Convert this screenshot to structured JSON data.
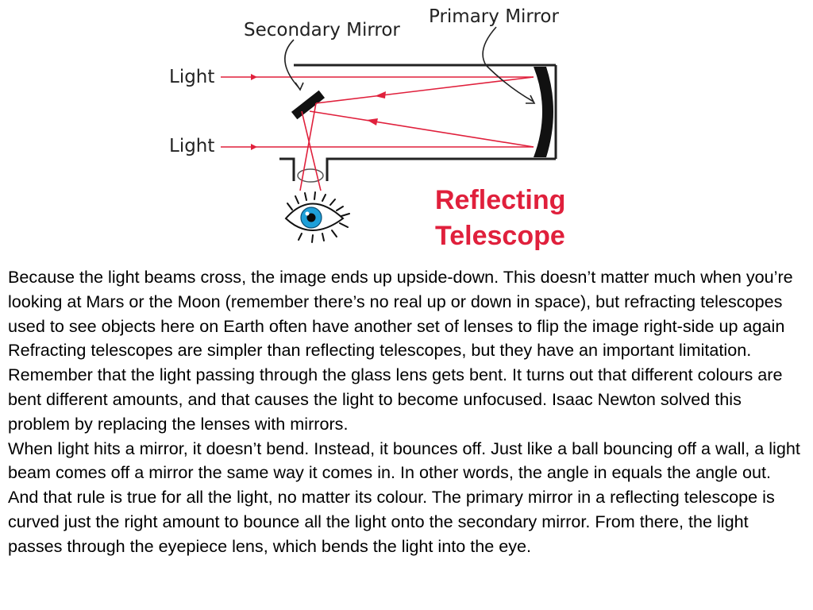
{
  "diagram": {
    "labels": {
      "secondary_mirror": "Secondary Mirror",
      "primary_mirror": "Primary Mirror",
      "light_top": "Light",
      "light_bottom": "Light"
    },
    "title": {
      "line1": "Reflecting",
      "line2": "Telescope"
    },
    "icons": {
      "eye": "eye-icon"
    },
    "colors": {
      "light_ray": "#e0203c",
      "title": "#e0203c",
      "tube": "#222222",
      "iris": "#1e9fd8"
    }
  },
  "text": {
    "paragraph_1": "Because the light beams cross, the image ends up upside-down. This doesn’t matter much when you’re looking at Mars or the Moon (remember there’s no real up or down in space), but refracting telescopes used to see objects here on Earth often have another set of lenses to flip the image right-side up again Refracting telescopes are simpler than reflecting telescopes, but they have an important limitation. Remember that the light passing through the glass lens gets bent. It turns out that different colours are bent different amounts, and that causes the light to become unfocused. Isaac Newton solved this problem by replacing the lenses with mirrors.",
    "paragraph_2": "When light hits a mirror, it doesn’t bend. Instead, it bounces off. Just like a ball bouncing off a wall, a light beam comes off a mirror the same way it comes in. In other words, the angle in equals the angle out. And that rule is true for all the light, no matter its colour. The primary mirror in a reflecting telescope is curved just the right amount to bounce all the light onto the secondary mirror. From there, the light passes through the eyepiece lens, which bends the light into the eye."
  }
}
